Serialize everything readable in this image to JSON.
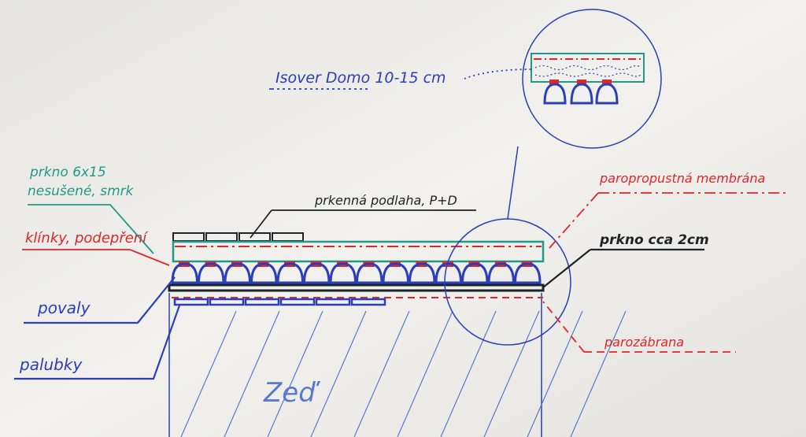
{
  "labels": {
    "insulation": "Isover Domo 10-15 cm",
    "board_6x15": "prkno 6x15",
    "board_6x15_note": "nesušené, smrk",
    "wedges": "klínky, podepření",
    "floor": "prkenná podlaha, P+D",
    "membrane": "paropropustná membrána",
    "board_2cm": "prkno cca 2cm",
    "beams": "povaly",
    "panels": "palubky",
    "vapor_barrier": "parozábrana",
    "wall": "Zeď"
  },
  "colors": {
    "blue": "#2a3fb8",
    "red": "#e0262a",
    "teal": "#1f9a86",
    "black": "#1d2326",
    "hatch": "#5a78d0"
  }
}
